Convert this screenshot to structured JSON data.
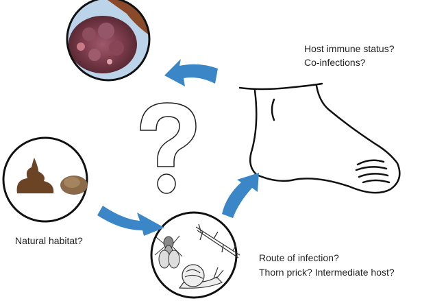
{
  "labels": {
    "host_line1": "Host immune status?",
    "host_line2": "Co-infections?",
    "habitat": "Natural habitat?",
    "route_line1": "Route of infection?",
    "route_line2": "Thorn prick? Intermediate host?"
  },
  "central_symbol": "?",
  "colors": {
    "arrow": "#3b86c7",
    "outline": "#111111"
  }
}
